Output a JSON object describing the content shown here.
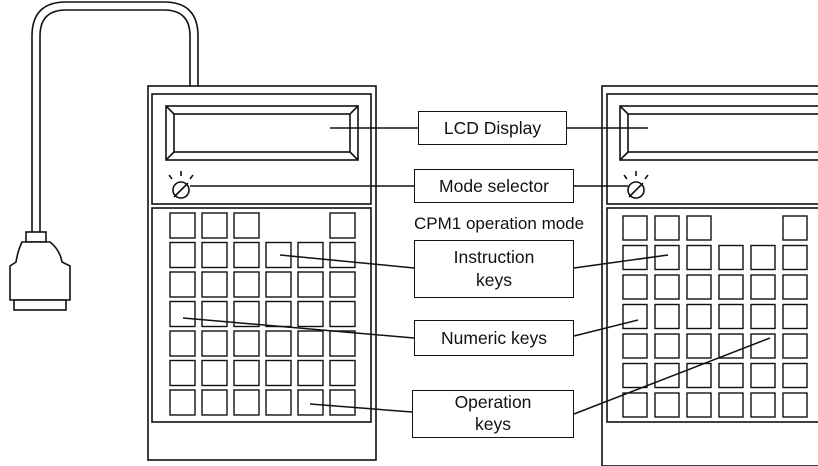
{
  "labels": {
    "lcd_display": "LCD Display",
    "mode_selector": "Mode selector",
    "cpm1_operation_mode": "CPM1 operation mode",
    "instruction_keys_line1": "Instruction",
    "instruction_keys_line2": "keys",
    "numeric_keys": "Numeric keys",
    "operation_keys_line1": "Operation",
    "operation_keys_line2": "keys"
  },
  "colors": {
    "line": "#111111",
    "background": "#ffffff"
  },
  "left_console": {
    "key_rows": [
      [
        1,
        1,
        1,
        0,
        0,
        1
      ],
      [
        1,
        1,
        1,
        1,
        1,
        1
      ],
      [
        1,
        1,
        1,
        1,
        1,
        1
      ],
      [
        1,
        1,
        1,
        1,
        1,
        1
      ],
      [
        1,
        1,
        1,
        1,
        1,
        1
      ],
      [
        1,
        1,
        1,
        1,
        1,
        1
      ],
      [
        1,
        1,
        1,
        1,
        1,
        1
      ]
    ]
  },
  "right_console": {
    "key_rows": [
      [
        1,
        1,
        1,
        0,
        0,
        1
      ],
      [
        1,
        1,
        1,
        1,
        1,
        1
      ],
      [
        1,
        1,
        1,
        1,
        1,
        1
      ],
      [
        1,
        1,
        1,
        1,
        1,
        1
      ],
      [
        1,
        1,
        1,
        1,
        1,
        1
      ],
      [
        1,
        1,
        1,
        1,
        1,
        1
      ],
      [
        1,
        1,
        1,
        1,
        1,
        1
      ]
    ]
  }
}
